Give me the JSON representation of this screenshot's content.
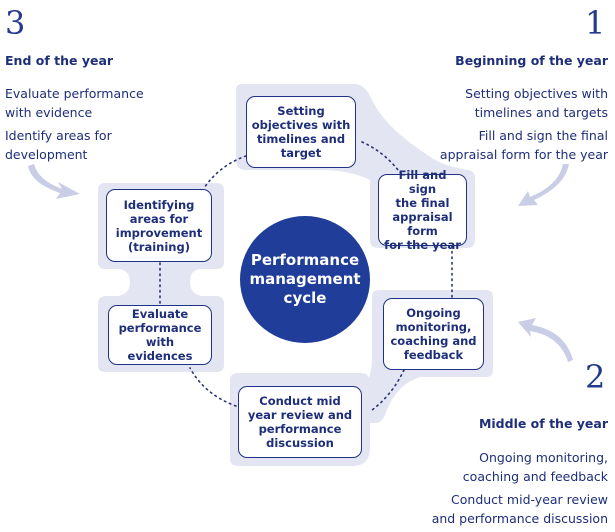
{
  "sections": {
    "end": {
      "number": "3",
      "title": "End of the year",
      "lines": [
        "Evaluate performance",
        "with evidence",
        "Identify areas for",
        "development"
      ]
    },
    "beginning": {
      "number": "1",
      "title": "Beginning of the year",
      "lines": [
        "Setting objectives with",
        "timelines and targets",
        "Fill and sign the final",
        "appraisal form for the year"
      ]
    },
    "middle": {
      "number": "2",
      "title": "Middle of the year",
      "lines": [
        "Ongoing monitoring,",
        "coaching and feedback",
        "Conduct mid-year review",
        "and performance discussion"
      ]
    }
  },
  "center_label": [
    "Performance",
    "management",
    "cycle"
  ],
  "steps": {
    "setting": [
      "Setting",
      "objectives with",
      "timelines and",
      "target"
    ],
    "fill": [
      "Fill and sign",
      "the final",
      "appraisal form",
      "for the year"
    ],
    "ongoing": [
      "Ongoing",
      "monitoring,",
      "coaching and",
      "feedback"
    ],
    "conduct": [
      "Conduct mid",
      "year review and",
      "performance",
      "discussion"
    ],
    "evaluate": [
      "Evaluate",
      "performance",
      "with evidences"
    ],
    "identify": [
      "Identifying",
      "areas for",
      "improvement",
      "(training)"
    ]
  },
  "colors": {
    "accent": "#1f3d99",
    "text": "#1e2e7a",
    "panel": "#e3e5f2",
    "dots": "#2a3470"
  }
}
